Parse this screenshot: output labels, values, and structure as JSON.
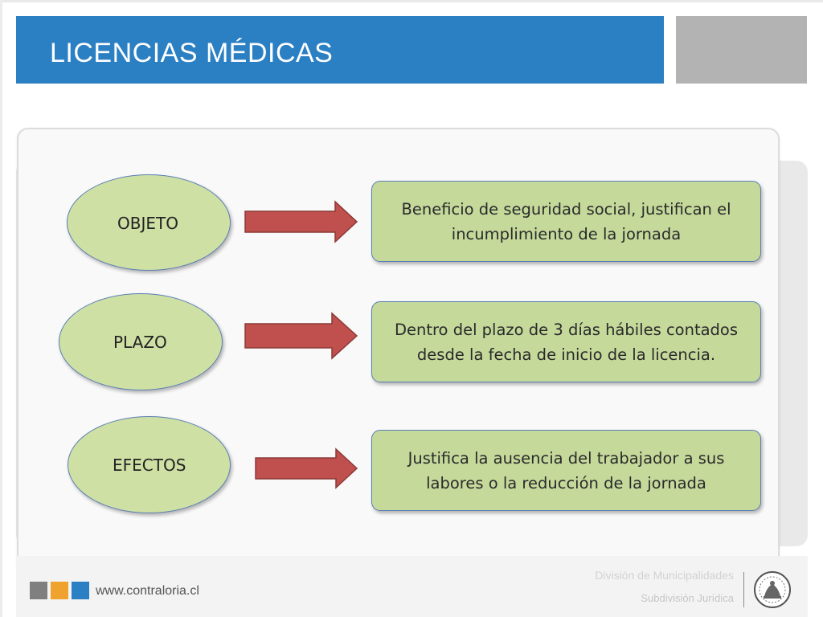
{
  "header": {
    "title": "LICENCIAS MÉDICAS"
  },
  "rows": [
    {
      "label": "OBJETO",
      "description": "Beneficio de seguridad social, justifican el incumplimiento de la jornada"
    },
    {
      "label": "PLAZO",
      "description": "Dentro del plazo de 3 días hábiles contados desde la fecha de inicio de la licencia."
    },
    {
      "label": "EFECTOS",
      "description": "Justifica la ausencia del trabajador a sus labores o la reducción de la jornada"
    }
  ],
  "footer": {
    "website": "www.contraloria.cl",
    "division": "División de Municipalidades",
    "subdivision": "Subdivisión Jurídica",
    "logo_icon": "contraloria-seal-icon",
    "square_colors": [
      "#7f7f7f",
      "#f0a22e",
      "#2b7fc3"
    ]
  },
  "colors": {
    "title_bar": "#2b7fc3",
    "ellipse_fill": "#cfe0a5",
    "box_fill": "#c5d99b",
    "outline": "#5a7fb5",
    "arrow_fill": "#c0504d",
    "arrow_stroke": "#8b3a37"
  }
}
